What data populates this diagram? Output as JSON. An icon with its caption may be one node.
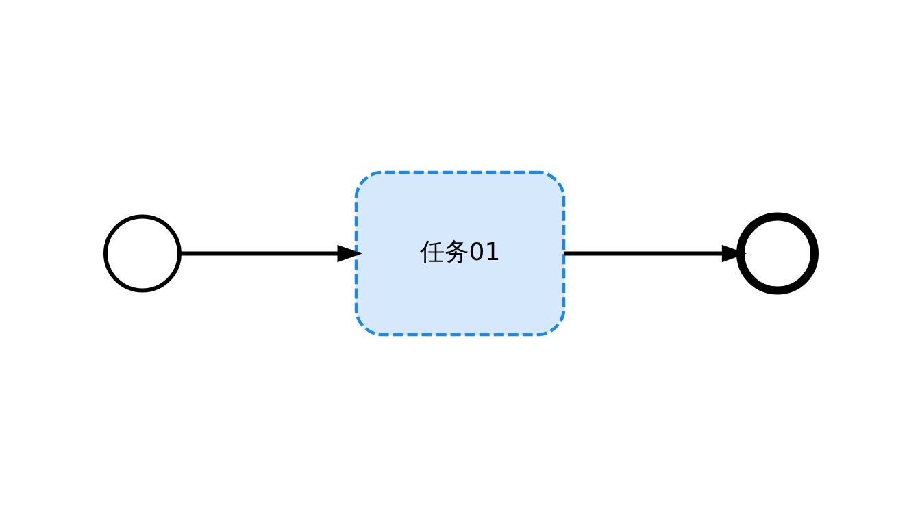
{
  "diagram": {
    "nodes": [
      {
        "text": [],
        "shape": "circle"
      },
      {
        "text": [
          "任务01"
        ]
      },
      {
        "text": [],
        "shape": "circle"
      }
    ],
    "edges": [
      {
        "from": 0,
        "to": 1,
        "arrow": "to"
      },
      {
        "from": 1,
        "to": 2,
        "arrow": "to"
      }
    ]
  }
}
